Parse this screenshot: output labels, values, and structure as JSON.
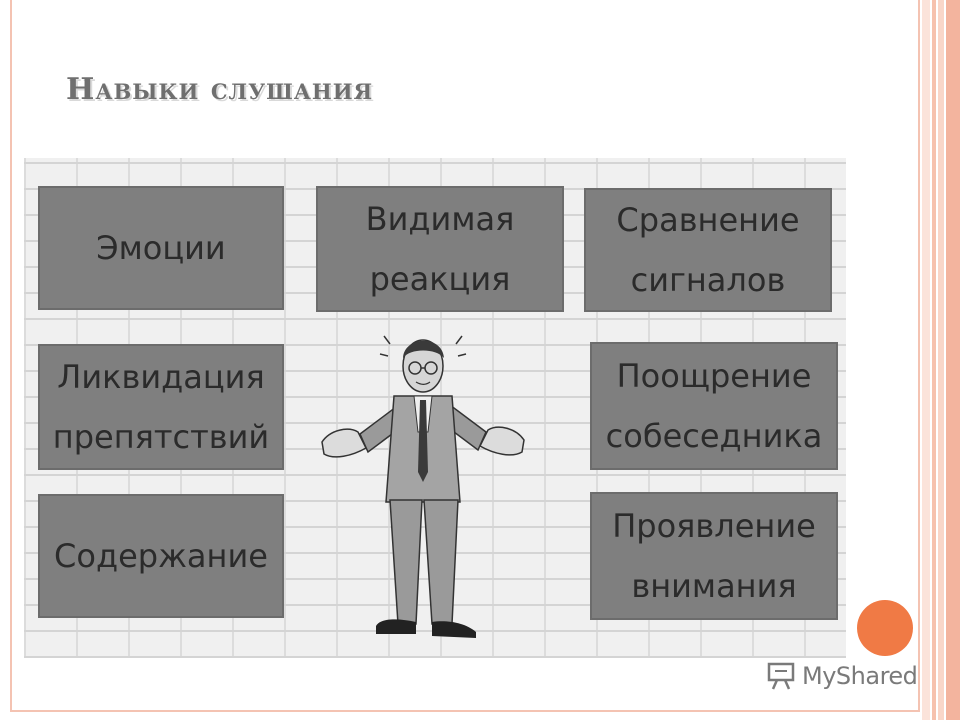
{
  "slide": {
    "title": "Навыки слушания"
  },
  "cards": [
    {
      "id": "emotions",
      "label": "Эмоции"
    },
    {
      "id": "visible-reaction",
      "label": "Видимая\nреакция"
    },
    {
      "id": "signal-comparison",
      "label": "Сравнение\nсигналов"
    },
    {
      "id": "obstacle-removal",
      "label": "Ликвидация\nпрепятствий"
    },
    {
      "id": "encouragement",
      "label": "Поощрение\nсобеседника"
    },
    {
      "id": "content",
      "label": "Содержание"
    },
    {
      "id": "attention",
      "label": "Проявление\nвнимания"
    }
  ],
  "watermark": {
    "text": "MyShared",
    "icon": "presentation-board-icon"
  },
  "colors": {
    "card_fill": "#7f7f7f",
    "title_text": "#6f6f6f",
    "accent_circle": "#f07a45",
    "frame_border": "#f4c3b2"
  }
}
